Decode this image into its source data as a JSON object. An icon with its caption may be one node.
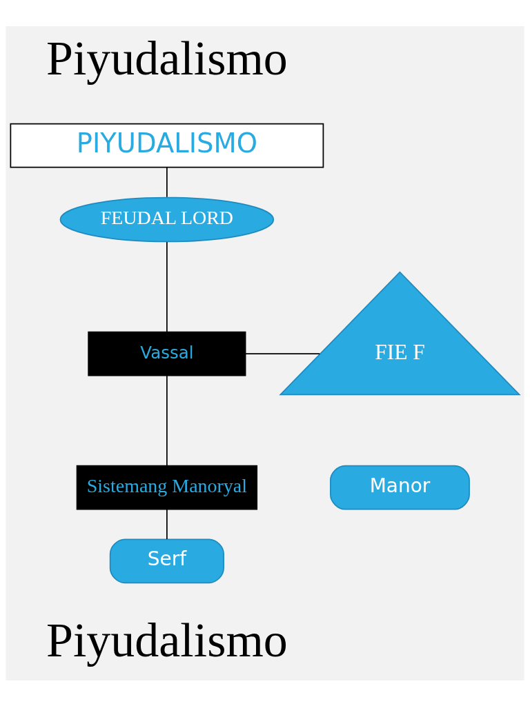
{
  "diagram": {
    "nodes": [
      {
        "text": [
          "PIYUDALISMO"
        ]
      },
      {
        "text": [
          "FEUDAL LORD"
        ]
      },
      {
        "text": [
          "Vassal"
        ]
      },
      {
        "text": [
          "FIE F"
        ]
      },
      {
        "text": [
          "Sistemang Manoryal"
        ]
      },
      {
        "text": [
          "Manor"
        ]
      },
      {
        "text": [
          "Serf"
        ]
      }
    ],
    "edges": [
      {
        "from": 0,
        "to": 1,
        "arrow": "none"
      },
      {
        "from": 1,
        "to": 2,
        "arrow": "none"
      },
      {
        "from": 2,
        "to": 3,
        "arrow": "none"
      },
      {
        "from": 2,
        "to": 4,
        "arrow": "none"
      },
      {
        "from": 4,
        "to": 6,
        "arrow": "none"
      }
    ],
    "labels": [
      "Piyudalismo",
      "Piyudalismo"
    ]
  }
}
